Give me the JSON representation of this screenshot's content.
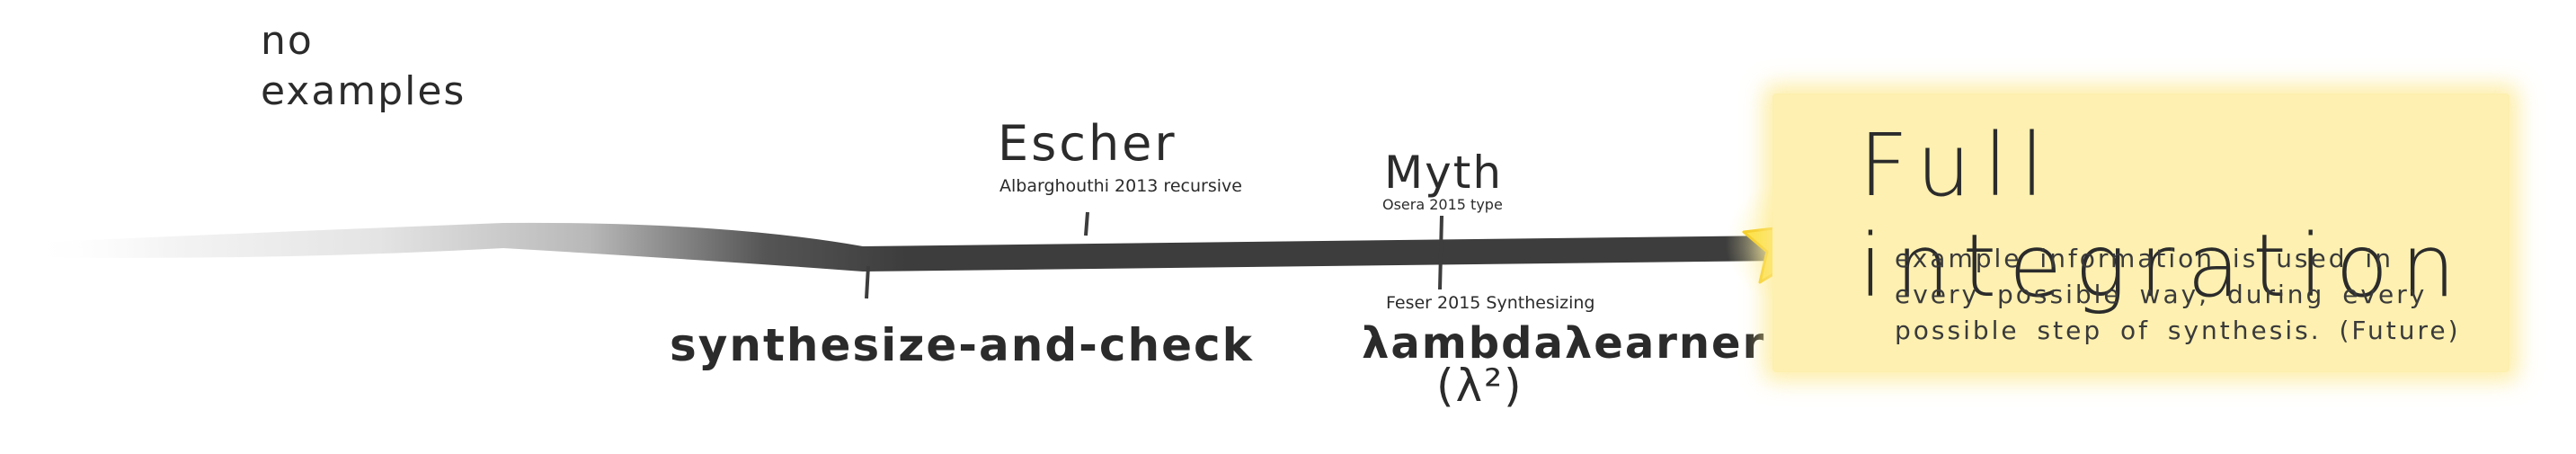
{
  "left_label": {
    "line1": "no",
    "line2": "examples"
  },
  "escher": {
    "title": "Escher",
    "ref": "Albarghouthi 2013 recursive"
  },
  "myth": {
    "title": "Myth",
    "ref": "Osera 2015 type"
  },
  "synthesize_and_check": {
    "title": "synthesize-and-check"
  },
  "lambda_learner": {
    "ref": "Feser 2015 Synthesizing",
    "title": "λambdaλearner",
    "subtitle": "(λ²)"
  },
  "full_integration": {
    "title": "Full integration",
    "description": "example information is used in every possible way, during every possible step of synthesis. (Future)"
  },
  "colors": {
    "timeline_dark": "#3d3d3d",
    "timeline_light": "#f2f2f2",
    "star": "#fde24a",
    "card": "#fdf0b0"
  }
}
